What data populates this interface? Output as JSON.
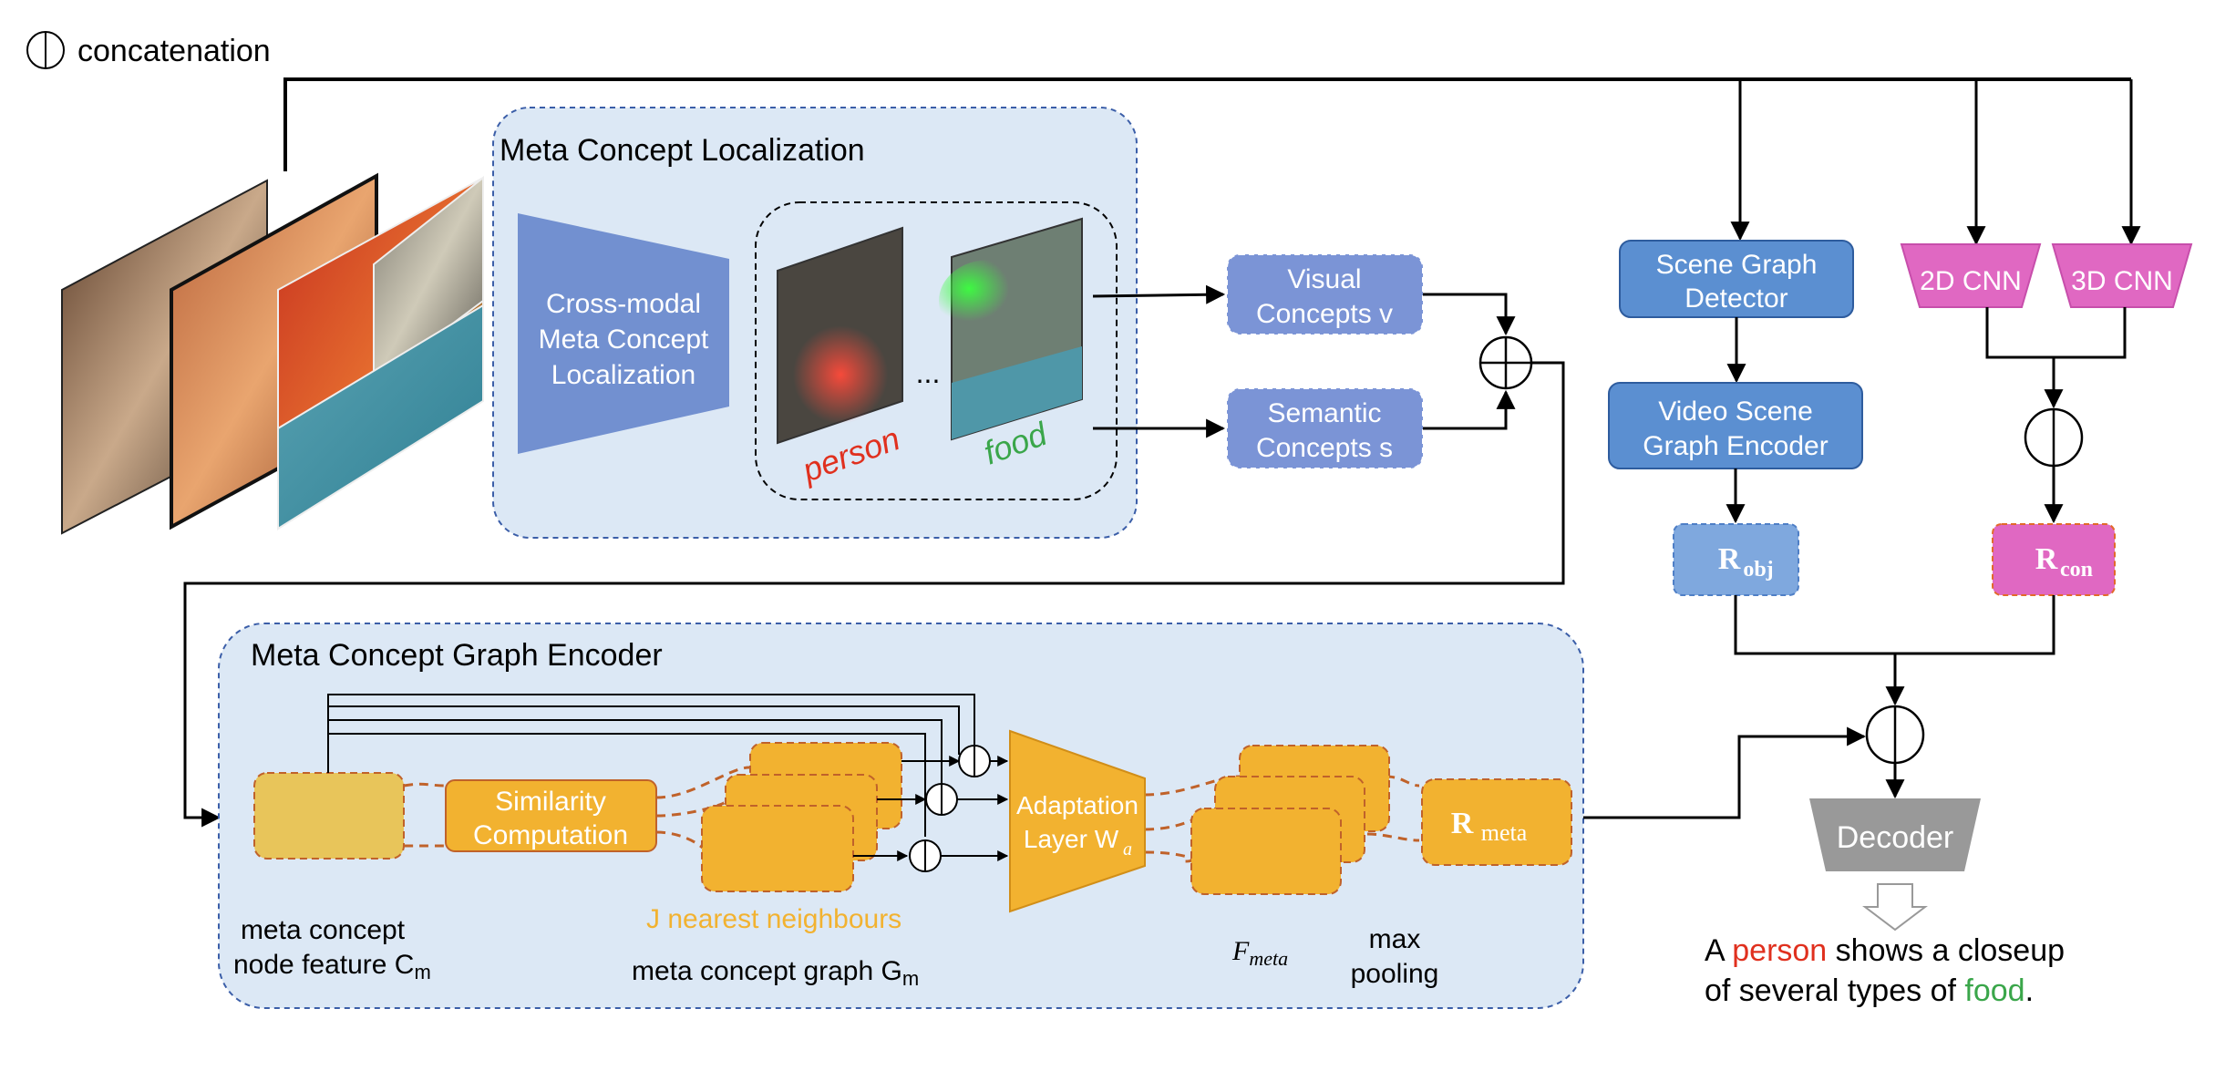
{
  "legend": {
    "symbol": "circle-bar-icon",
    "label": "concatenation"
  },
  "localization": {
    "title": "Meta Concept Localization",
    "module_lines": [
      "Cross-modal",
      "Meta Concept",
      "Localization"
    ],
    "ellipsis": "...",
    "frame_labels": [
      "person",
      "food"
    ]
  },
  "concepts": {
    "visual": [
      "Visual",
      "Concepts v"
    ],
    "semantic": [
      "Semantic",
      "Concepts s"
    ]
  },
  "scene_graph": {
    "detector": [
      "Scene Graph",
      "Detector"
    ],
    "encoder": [
      "Video Scene",
      "Graph Encoder"
    ],
    "r_obj": {
      "main": "R",
      "sub": "obj"
    }
  },
  "cnn": {
    "left": "2D CNN",
    "right": "3D CNN",
    "r_con": {
      "main": "R",
      "sub": "con"
    }
  },
  "graph_encoder": {
    "title": "Meta Concept Graph Encoder",
    "similarity": [
      "Similarity",
      "Computation"
    ],
    "adaptation": [
      "Adaptation",
      "Layer W"
    ],
    "adaptation_sub": "a",
    "r_meta": {
      "main": "R",
      "sub": "meta"
    },
    "node_feature": [
      "meta concept",
      "node feature C"
    ],
    "node_feature_sub": "m",
    "nearest": "J nearest neighbours",
    "graph": "meta concept graph G",
    "graph_sub": "m",
    "f_meta": {
      "main": "F",
      "sub": "meta"
    },
    "pooling": [
      "max",
      "pooling"
    ]
  },
  "decoder": {
    "label": "Decoder"
  },
  "caption": {
    "line1": [
      "A ",
      "person",
      " shows a closeup"
    ],
    "line2": [
      "of several types of ",
      "food",
      "."
    ]
  },
  "colors": {
    "panel_fill": "#dce8f5",
    "panel_stroke": "#3b5ea8",
    "blue_box": "#5b8fd1",
    "light_blue_box": "#7b94d6",
    "pink": "#e068c2",
    "orange": "#f2b230",
    "orange_dash": "#c0622a",
    "decoder": "#999999",
    "person_red": "#e0301e",
    "food_green": "#3aa64a",
    "nearest_text": "#f2b230"
  }
}
